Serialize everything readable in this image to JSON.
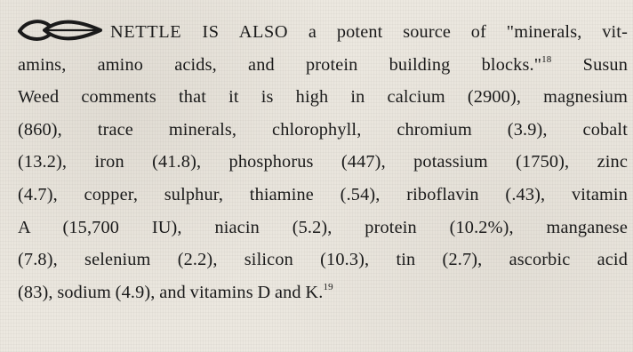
{
  "ornament": {
    "icon": "leaf-ornament-icon"
  },
  "paragraph": {
    "lead_in": "NETTLE IS ALSO",
    "lines": [
      " a potent source of \"minerals, vit-",
      "amins, amino acids, and protein building blocks.\"",
      " Susun",
      "Weed comments that it is high in calcium (2900), magnesium",
      "(860), trace minerals, chlorophyll, chromium (3.9), cobalt",
      "(13.2), iron (41.8), phosphorus (447), potassium (1750), zinc",
      "(4.7), copper, sulphur, thiamine (.54), riboflavin (.43), vitamin",
      "A (15,700 IU), niacin (5.2), protein (10.2%), manganese",
      "(7.8), selenium (2.2), silicon (10.3), tin (2.7), ascorbic acid",
      "(83), sodium (4.9), and vitamins D and K."
    ],
    "ref_18": "18",
    "ref_19": "19"
  }
}
